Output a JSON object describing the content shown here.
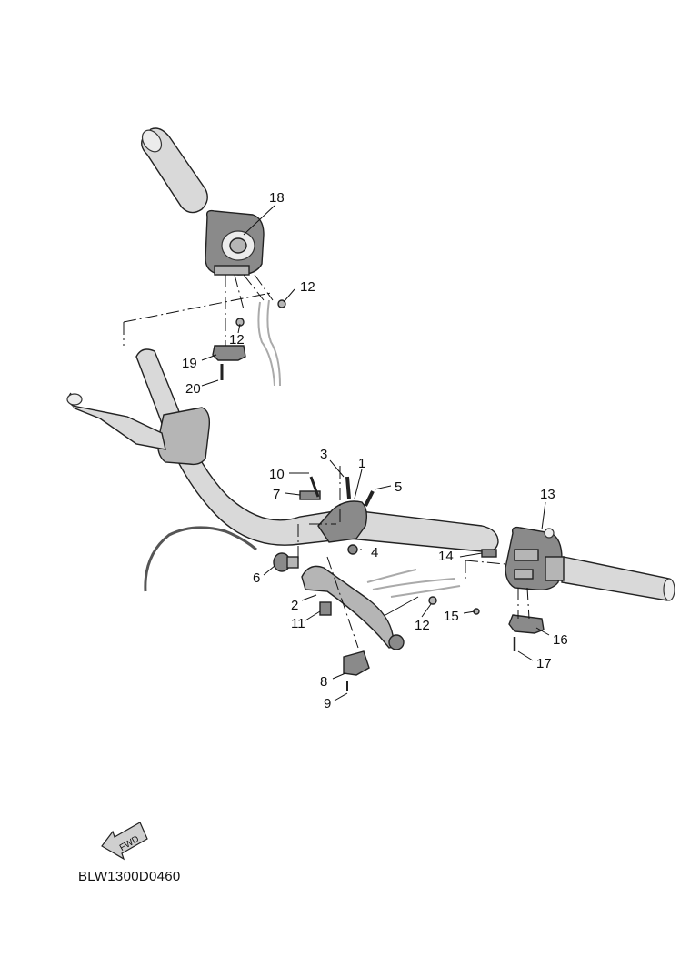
{
  "diagram": {
    "code": "BLW1300D0460",
    "fwd_label": "FWD",
    "callouts": [
      "1",
      "2",
      "3",
      "4",
      "5",
      "6",
      "7",
      "8",
      "9",
      "10",
      "11",
      "12",
      "12",
      "12",
      "13",
      "14",
      "15",
      "16",
      "17",
      "18",
      "19",
      "20"
    ]
  }
}
